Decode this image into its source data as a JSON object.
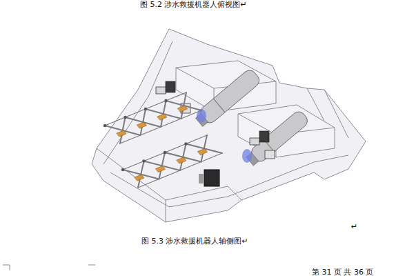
{
  "diagram": {
    "caption": "图 5.3 涉水救援机器人轴侧图↵",
    "labels": [
      "图 5.2 涉水救援机器人俯视图↵",
      "↵",
      "第 31 页 共 36 页"
    ]
  }
}
